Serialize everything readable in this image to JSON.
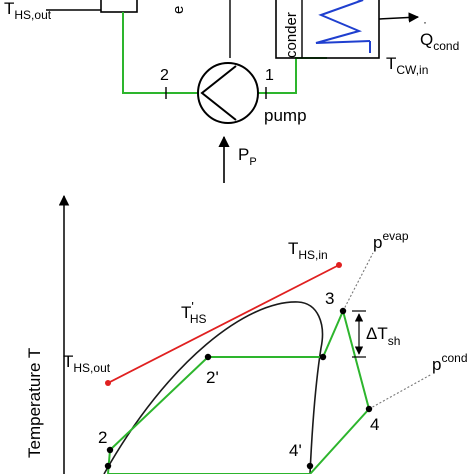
{
  "colors": {
    "pipe": "#2db52d",
    "heat_source": "#e02020",
    "coil": "#1f3fcf",
    "black": "#000000",
    "dome": "#1a1a1a",
    "guide": "#777777"
  },
  "top": {
    "t_hs_out_main": "T",
    "t_hs_out_sub": "HS,out",
    "evaporator_label": "e",
    "condenser_label": "conder",
    "q_main": "Q",
    "q_sub": "cond",
    "t_cw_main": "T",
    "t_cw_sub": "CW,in",
    "state_2": "2",
    "state_1": "1",
    "pump": "pump",
    "p_main": "P",
    "p_sub": "P"
  },
  "diagram": {
    "ylabel": "Temperature T",
    "p_evap_main": "p",
    "p_evap_sub": "evap",
    "p_cond_main": "p",
    "p_cond_sub": "cond",
    "t_hs_in_main": "T",
    "t_hs_in_sub": "HS,in",
    "t_hs_prime_main": "T",
    "t_hs_prime_sup": "'",
    "t_hs_prime_sub": "HS",
    "t_hs_out_main": "T",
    "t_hs_out_sub": "HS,out",
    "delta_t_main": "ΔT",
    "delta_t_sub": "sh",
    "state_3": "3",
    "state_2prime": "2'",
    "state_4": "4",
    "state_4prime": "4'",
    "state_2": "2"
  }
}
